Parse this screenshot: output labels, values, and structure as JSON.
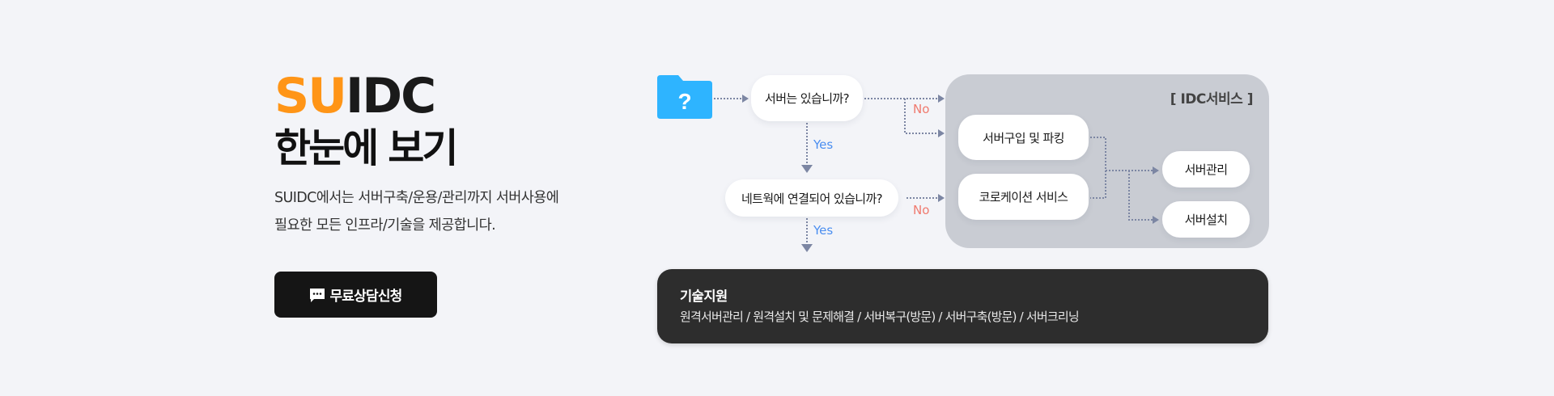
{
  "hero": {
    "brand_accent": "SU",
    "brand_rest": "IDC",
    "subtitle": "한눈에 보기",
    "desc_line1": "SUIDC에서는 서버구축/운용/관리까지 서버사용에",
    "desc_line2": "필요한 모든 인프라/기술을 제공합니다.",
    "cta_icon": "chat-bubble-icon",
    "cta_label": "무료상담신청"
  },
  "flow": {
    "start_icon": "folder-question-icon",
    "start_symbol": "?",
    "q1": "서버는 있습니까?",
    "q2": "네트웍에 연결되어 있습니까?",
    "yes_label": "Yes",
    "no_label": "No",
    "idc": {
      "title": "[ IDC서비스 ]",
      "left_nodes": [
        "서버구입 및 파킹",
        "코로케이션 서비스"
      ],
      "right_nodes": [
        "서버관리",
        "서버설치"
      ]
    },
    "tech": {
      "title": "기술지원",
      "desc": "원격서버관리 / 원격설치 및 문제해결 / 서버복구(방문) / 서버구축(방문) / 서버크리닝"
    }
  },
  "colors": {
    "accent": "#ff9517",
    "background": "#f3f4f8",
    "folder": "#2eb4ff",
    "idc_box": "#c9ccd3",
    "connector": "#7c86a3",
    "yes": "#4b8ef0",
    "no": "#f07a6e",
    "dark": "#2d2d2d"
  }
}
